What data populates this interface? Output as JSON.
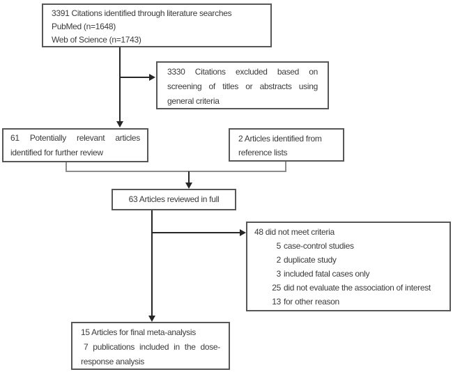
{
  "figure": {
    "type": "literature-search-flow-diagram",
    "colors": {
      "background": "#ffffff",
      "box_border": "#575757",
      "text": "#3a3a3a",
      "arrow_line": "#262626",
      "merge_line": "#8c8c8c"
    },
    "boxes": {
      "identified": {
        "line1": "3391 Citations identified through literature searches",
        "line2": "PubMed (n=1648)",
        "line3": "Web of Science (n=1743)"
      },
      "excluded": {
        "text": "3330 Citations excluded based on screening of titles or abstracts using general criteria"
      },
      "relevant": {
        "text": "61 Potentially relevant articles identified for further review"
      },
      "reference": {
        "line1": "2 Articles identified from",
        "line2": "reference lists"
      },
      "full_review": {
        "text": "63 Articles reviewed in full"
      },
      "exclusions": {
        "title": "48 did not meet criteria",
        "items": [
          {
            "n": "5",
            "t": "case-control studies"
          },
          {
            "n": "2",
            "t": "duplicate study"
          },
          {
            "n": "3",
            "t": "included fatal cases only"
          },
          {
            "n": "25",
            "t": "did not evaluate the association of interest"
          },
          {
            "n": "13",
            "t": "for other reason"
          }
        ]
      },
      "final": {
        "line1": "15 Articles for final meta-analysis",
        "line2": "7 publications included in the dose-response analysis"
      }
    }
  }
}
